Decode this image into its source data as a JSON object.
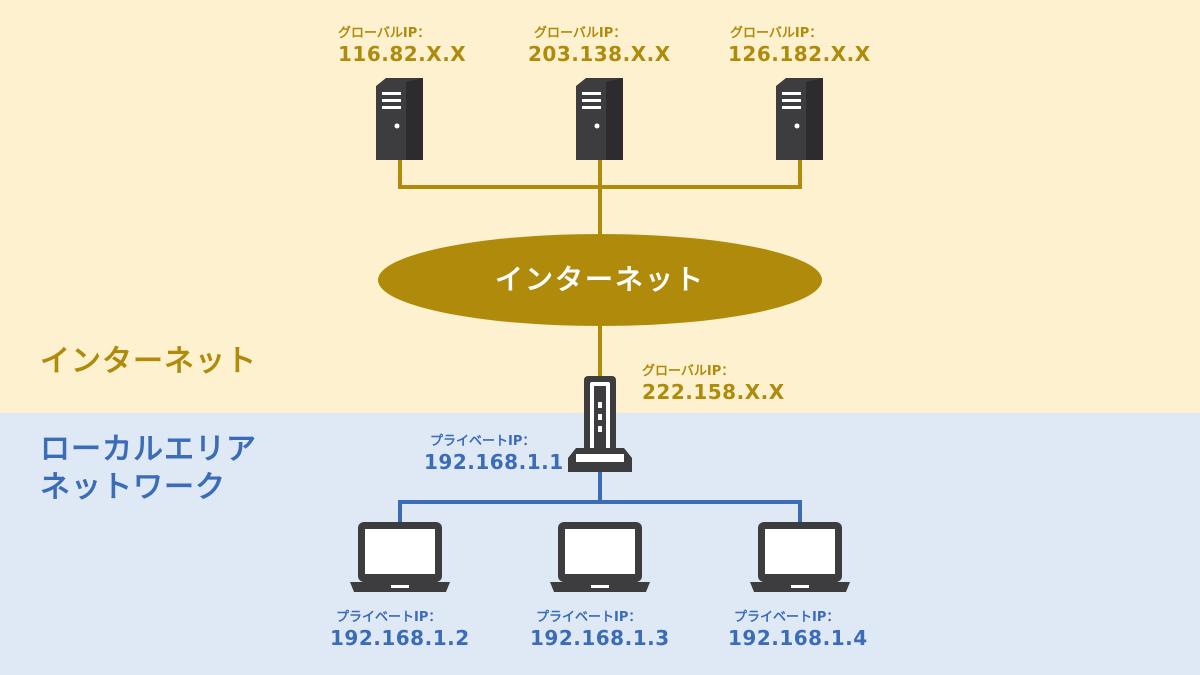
{
  "zones": {
    "internet_label": "インターネット",
    "lan_label_line1": "ローカルエリア",
    "lan_label_line2": "ネットワーク"
  },
  "cloud": {
    "label": "インターネット"
  },
  "servers": [
    {
      "caption": "グローバルIP：",
      "ip": "116.82.X.X"
    },
    {
      "caption": "グローバルIP：",
      "ip": "203.138.X.X"
    },
    {
      "caption": "グローバルIP：",
      "ip": "126.182.X.X"
    }
  ],
  "router": {
    "global_caption": "グローバルIP：",
    "global_ip": "222.158.X.X",
    "private_caption": "プライベートIP：",
    "private_ip": "192.168.1.1"
  },
  "laptops": [
    {
      "caption": "プライベートIP：",
      "ip": "192.168.1.2"
    },
    {
      "caption": "プライベートIP：",
      "ip": "192.168.1.3"
    },
    {
      "caption": "プライベートIP：",
      "ip": "192.168.1.4"
    }
  ],
  "colors": {
    "internet_bg": "#fdf1cf",
    "lan_bg": "#dfe9f5",
    "gold": "#b08b0b",
    "blue": "#3b6cb8",
    "device": "#3d3d3f"
  }
}
